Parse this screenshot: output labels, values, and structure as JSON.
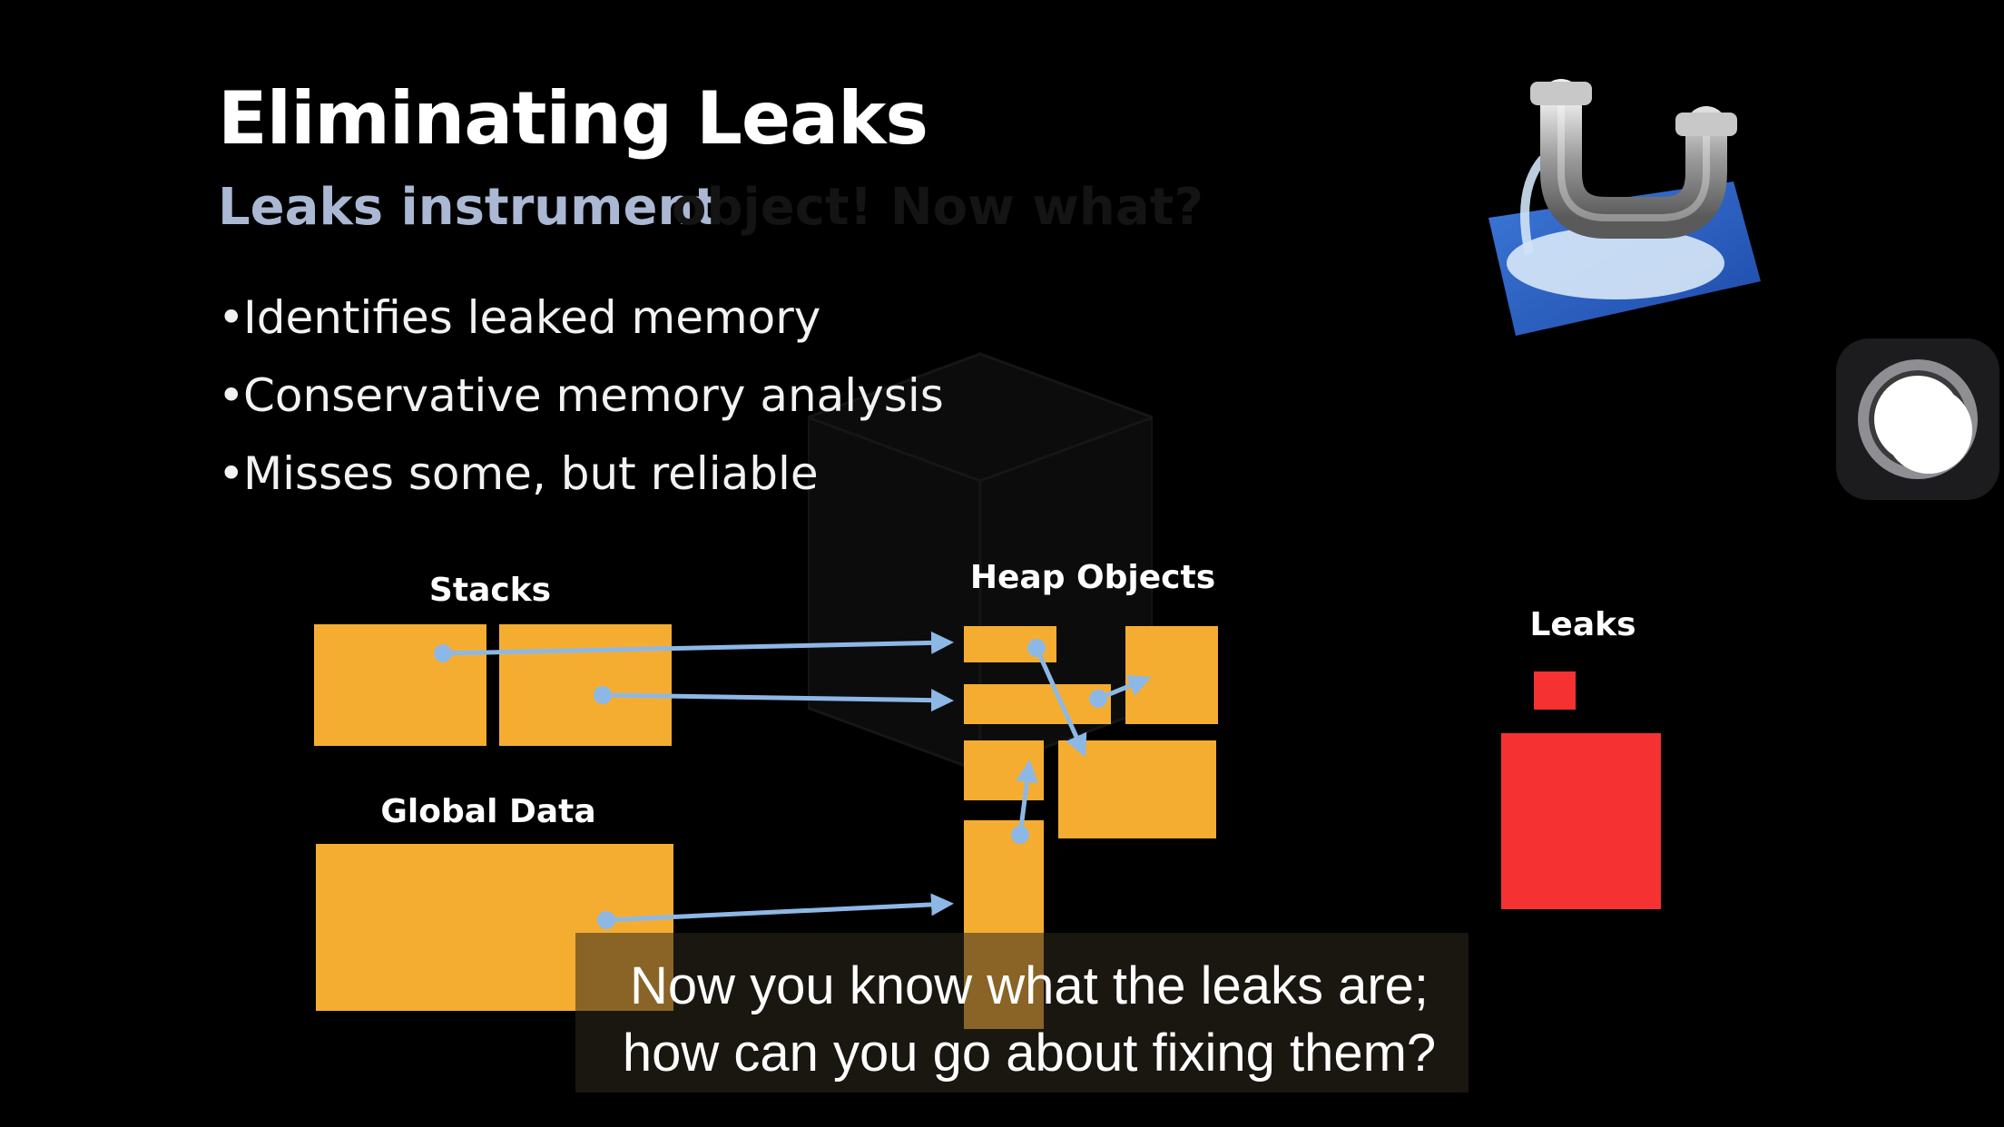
{
  "slide": {
    "title": "Eliminating Leaks",
    "subtitle": "Leaks instrument",
    "subtitle_faded": "object! Now what?",
    "bullets": [
      "Identifies leaked memory",
      "Conservative memory analysis",
      "Misses some, but reliable"
    ]
  },
  "diagram": {
    "labels": {
      "stacks": "Stacks",
      "global_data": "Global Data",
      "heap_objects": "Heap Objects",
      "leaks": "Leaks"
    }
  },
  "caption": {
    "line1": "Now you know what the leaks are;",
    "line2": "how can you go about fixing them?"
  },
  "colors": {
    "background": "#000000",
    "block": "#f5ad31",
    "leak": "#f53131",
    "arrow": "#8db8e6",
    "subtitle": "#aab8d3"
  },
  "icons": {
    "app_icon": "leaks-pipe-icon",
    "record": "record-button-icon"
  }
}
